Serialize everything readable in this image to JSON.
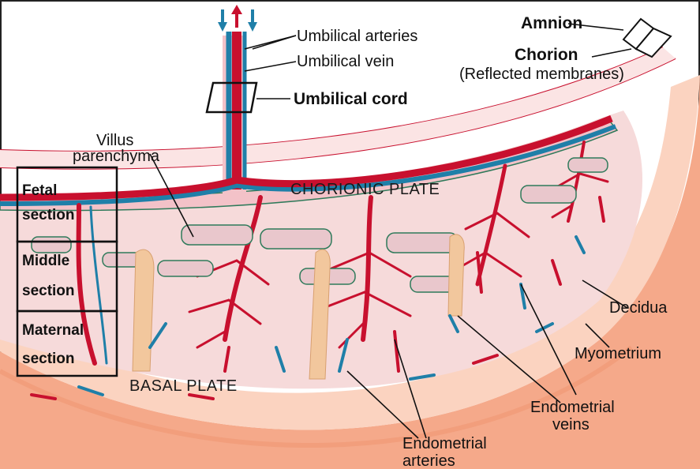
{
  "labels": {
    "umbilical_arteries": "Umbilical arteries",
    "umbilical_vein": "Umbilical vein",
    "umbilical_cord": "Umbilical cord",
    "amnion": "Amnion",
    "chorion": "Chorion",
    "reflected_membranes": "(Reflected membranes)",
    "villus_line1": "Villus",
    "villus_line2": "parenchyma",
    "chorionic_plate": "CHORIONIC PLATE",
    "basal_plate": "BASAL PLATE",
    "fetal_line1": "Fetal",
    "fetal_line2": "section",
    "middle_line1": "Middle",
    "middle_line2": "section",
    "maternal_line1": "Maternal",
    "maternal_line2": "section",
    "decidua": "Decidua",
    "myometrium": "Myometrium",
    "endo_veins_line1": "Endometrial",
    "endo_veins_line2": "veins",
    "endo_arteries_line1": "Endometrial",
    "endo_arteries_line2": "arteries"
  },
  "colors": {
    "myometrium": "#f5a98a",
    "decidua": "#fbd3c0",
    "intervillous_space": "#f6dada",
    "villus_fill": "#e9c7cc",
    "villus_outline": "#2f7a5a",
    "artery": "#c8102e",
    "vein": "#1f7fa8",
    "septum": "#f2c79d"
  }
}
